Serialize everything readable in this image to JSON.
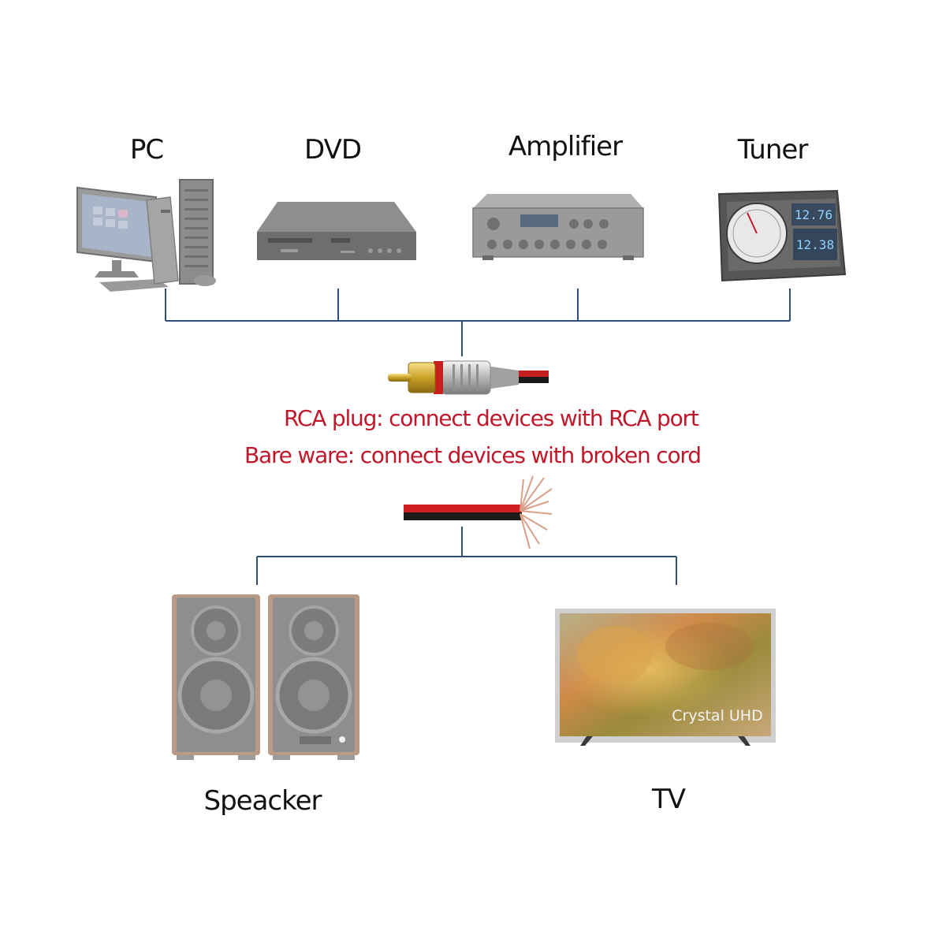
{
  "devices": {
    "pc": "PC",
    "dvd": "DVD",
    "amplifier": "Amplifier",
    "tuner": "Tuner",
    "speaker": "Speacker",
    "tv": "TV"
  },
  "notes": {
    "rca": "RCA plug: connect devices with RCA port",
    "bare": "Bare ware: connect devices with broken cord"
  },
  "screen_text": {
    "tv_brand": "Crystal UHD",
    "tuner_reading_1": "12.76",
    "tuner_reading_2": "12.38"
  },
  "colors": {
    "connector_line": "#2f4f7a",
    "note_red": "#c0182a",
    "device_gray": "#8a8a8a"
  }
}
